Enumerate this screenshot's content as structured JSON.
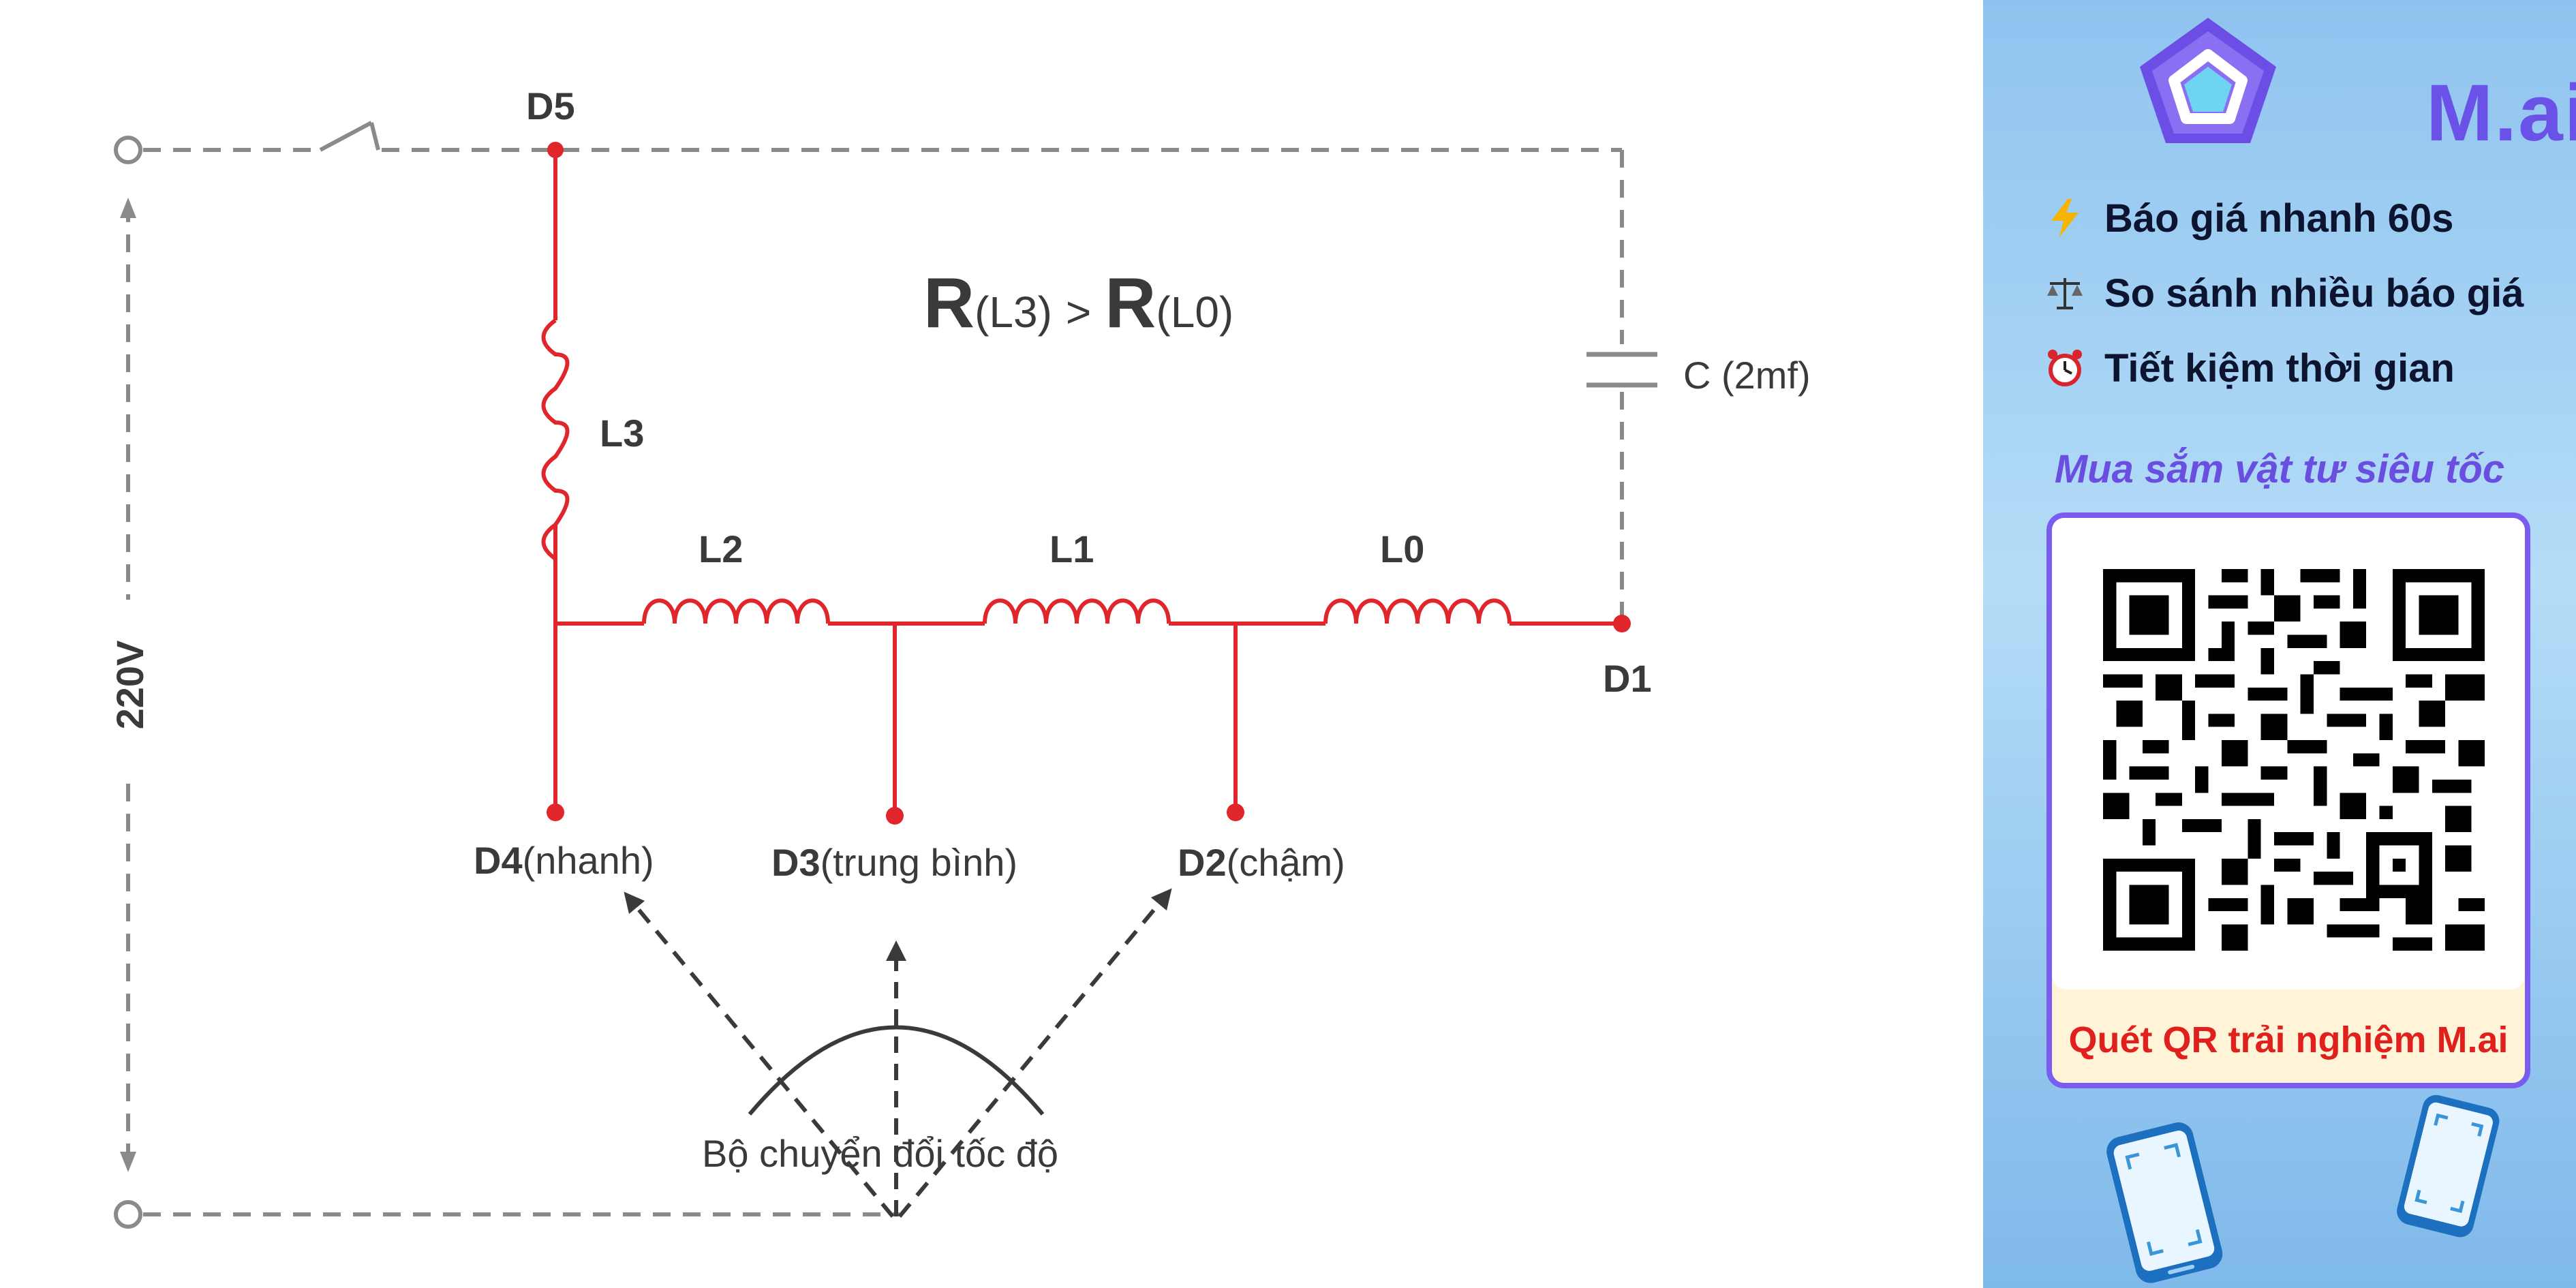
{
  "diagram": {
    "nodes": {
      "d5": "D5",
      "d1": "D1",
      "d4": "D4",
      "d3": "D3",
      "d2": "D2"
    },
    "speeds": {
      "d4": "(nhanh)",
      "d3": "(trung bình)",
      "d2": "(chậm)"
    },
    "coils": {
      "l3": "L3",
      "l2": "L2",
      "l1": "L1",
      "l0": "L0"
    },
    "capacitor": "C (2mf)",
    "voltage": "220V",
    "relation": {
      "r": "R",
      "lhs": "(L3)",
      "gt": ">",
      "rhs": "(L0)"
    },
    "switch_label": "Bộ chuyển đổi tốc độ",
    "colors": {
      "winding": "#e0252b",
      "wire": "#8a8a8a"
    }
  },
  "sidebar": {
    "brand": "M.ai",
    "features": [
      {
        "icon": "lightning-icon",
        "label": "Báo giá nhanh 60s"
      },
      {
        "icon": "scale-icon",
        "label": "So sánh nhiều báo giá"
      },
      {
        "icon": "alarm-clock-icon",
        "label": "Tiết kiệm thời gian"
      }
    ],
    "tagline": "Mua sắm vật tư siêu tốc",
    "qr_caption": "Quét QR trải nghiệm M.ai",
    "colors": {
      "brand": "#6a52e8",
      "caption": "#e0201c",
      "card_border": "#7b5cf0"
    }
  }
}
